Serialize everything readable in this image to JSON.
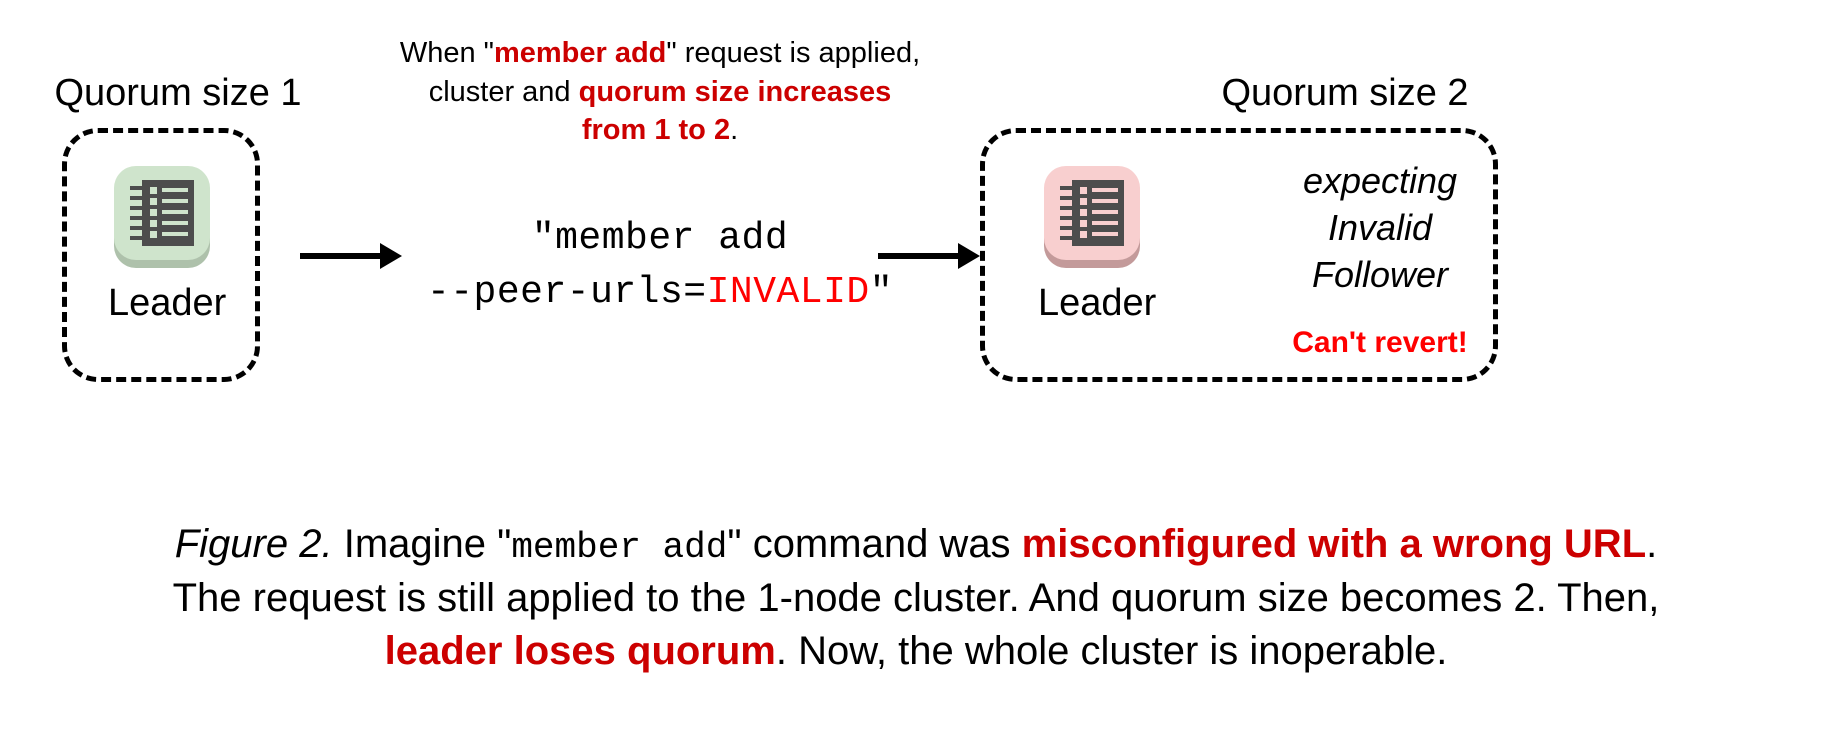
{
  "figure": {
    "left_cluster": {
      "caption": "Quorum size 1",
      "node_label": "Leader",
      "icon": "notebook-icon",
      "tile_color": "#cfe4cc",
      "tile_shadow_color": "#aec1ab",
      "book_color": "#4d4d4d"
    },
    "right_cluster": {
      "caption": "Quorum size 2",
      "node_label": "Leader",
      "icon": "notebook-icon",
      "tile_color": "#f8cfcf",
      "tile_shadow_color": "#c39a9a",
      "book_color": "#4d4d4d",
      "status_lines": [
        "expecting",
        "Invalid",
        "Follower"
      ],
      "warning": "Can't revert!"
    },
    "top_note": {
      "line1_a": "When \"",
      "line1_b": "member add",
      "line1_c": "\" request is applied,",
      "line2_a": "cluster and ",
      "line2_b": "quorum size increases",
      "line3_b": "from 1 to 2",
      "line3_c": "."
    },
    "command": {
      "line1": "\"member add",
      "line2_a": "--peer-urls=",
      "line2_b": "INVALID",
      "line2_c": "\""
    },
    "caption": {
      "fig_num": "Figure 2.",
      "l1_a": " Imagine \"",
      "l1_mono": "member add",
      "l1_b": "\" command was ",
      "l1_red": "misconfigured with a wrong URL",
      "l1_c": ".",
      "l2": "The request is still applied to the 1-node cluster. And quorum size becomes 2. Then,",
      "l3_red": "leader loses quorum",
      "l3_b": ". Now, the whole cluster is inoperable."
    },
    "colors": {
      "red_dark": "#cc0000",
      "red_bright": "#ff0000",
      "ink": "#000000"
    }
  }
}
